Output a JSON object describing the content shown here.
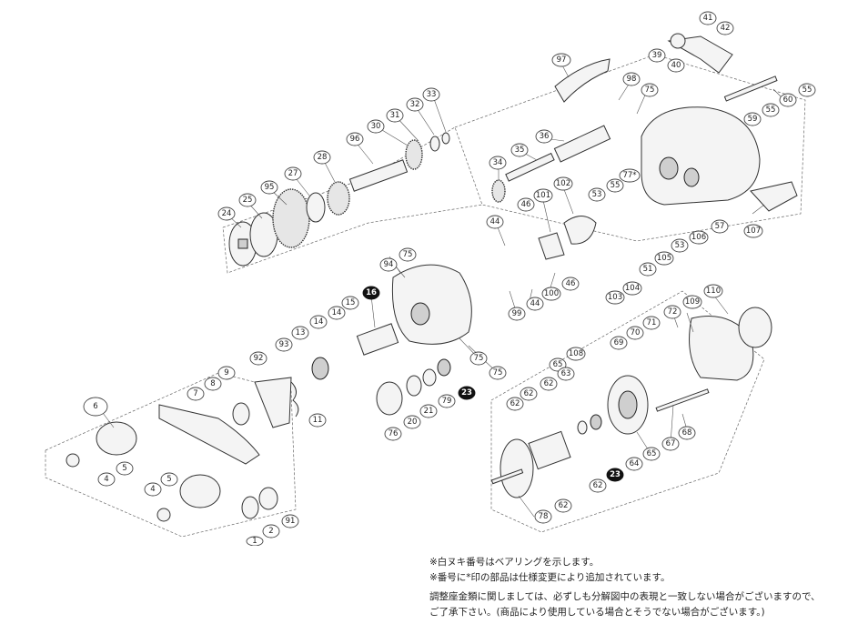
{
  "notes": {
    "line1": "※白ヌキ番号はベアリングを示します。",
    "line2": "※番号に*印の部品は仕様変更により追加されています。",
    "line3": "調整座金類に関しましては、必ずしも分解図中の表現と一致しない場合がございますので、",
    "line4": "ご了承下さい。(商品により使用している場合とそうでない場合がございます。)"
  },
  "labels": {
    "p1": "1",
    "p2": "2",
    "p4a": "4",
    "p4b": "4",
    "p5a": "5",
    "p5b": "5",
    "p6": "6",
    "p7": "7",
    "p8": "8",
    "p9": "9",
    "p11": "11",
    "p13": "13",
    "p14a": "14",
    "p14b": "14",
    "p15": "15",
    "p16": "16",
    "p20": "20",
    "p21": "21",
    "p23a": "23",
    "p23b": "23",
    "p24": "24",
    "p25": "25",
    "p27": "27",
    "p28": "28",
    "p30": "30",
    "p31": "31",
    "p32": "32",
    "p33": "33",
    "p34": "34",
    "p35": "35",
    "p36": "36",
    "p39": "39",
    "p40": "40",
    "p41": "41",
    "p42": "42",
    "p44a": "44",
    "p44b": "44",
    "p46a": "46",
    "p46b": "46",
    "p51": "51",
    "p53a": "53",
    "p53b": "53",
    "p55a": "55",
    "p55b": "55",
    "p55c": "55",
    "p57": "57",
    "p59": "59",
    "p60": "60",
    "p62a": "62",
    "p62b": "62",
    "p62c": "62",
    "p62d": "62",
    "p62e": "62",
    "p63": "63",
    "p64": "64",
    "p65a": "65",
    "p65b": "65",
    "p67": "67",
    "p68": "68",
    "p69": "69",
    "p70": "70",
    "p71": "71",
    "p72": "72",
    "p75a": "75",
    "p75b": "75",
    "p75c": "75",
    "p75d": "75",
    "p76": "76",
    "p77": "77*",
    "p78": "78",
    "p79": "79",
    "p91": "91",
    "p92": "92",
    "p93": "93",
    "p94": "94",
    "p95": "95",
    "p96": "96",
    "p97": "97",
    "p98": "98",
    "p99": "99",
    "p100": "100",
    "p101": "101",
    "p102": "102",
    "p103": "103",
    "p104": "104",
    "p105": "105",
    "p106": "106",
    "p107": "107",
    "p108": "108",
    "p109": "109",
    "p110": "110"
  }
}
